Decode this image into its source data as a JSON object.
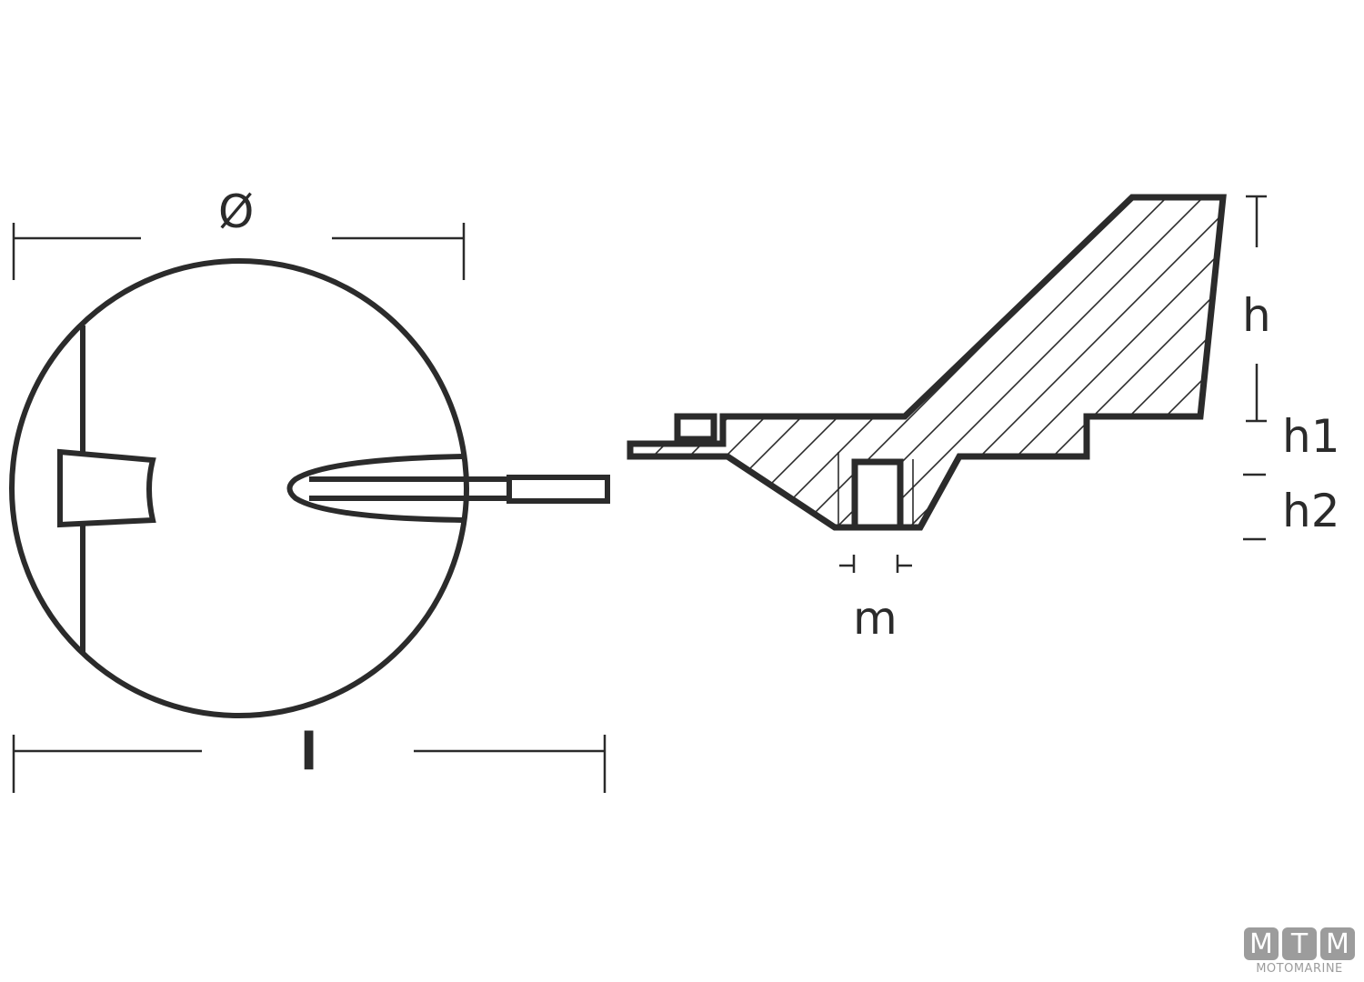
{
  "diagram": {
    "subject": "Outboard trim tab anode technical drawing",
    "stroke_color": "#2b2b2b",
    "background": "#ffffff",
    "views": [
      {
        "name": "top-view",
        "shape": "circle with fin and mounting post"
      },
      {
        "name": "side-section-view",
        "shape": "hatched cross-section of anode"
      }
    ],
    "dimensions": {
      "diameter_label": "Ø",
      "length_label": "l",
      "height_label": "h",
      "height1_label": "h1",
      "height2_label": "h2",
      "m_label": "m"
    }
  },
  "logo": {
    "letters": [
      "M",
      "T",
      "M"
    ],
    "text": "MOTOMARINE",
    "color": "#9c9c9c"
  }
}
